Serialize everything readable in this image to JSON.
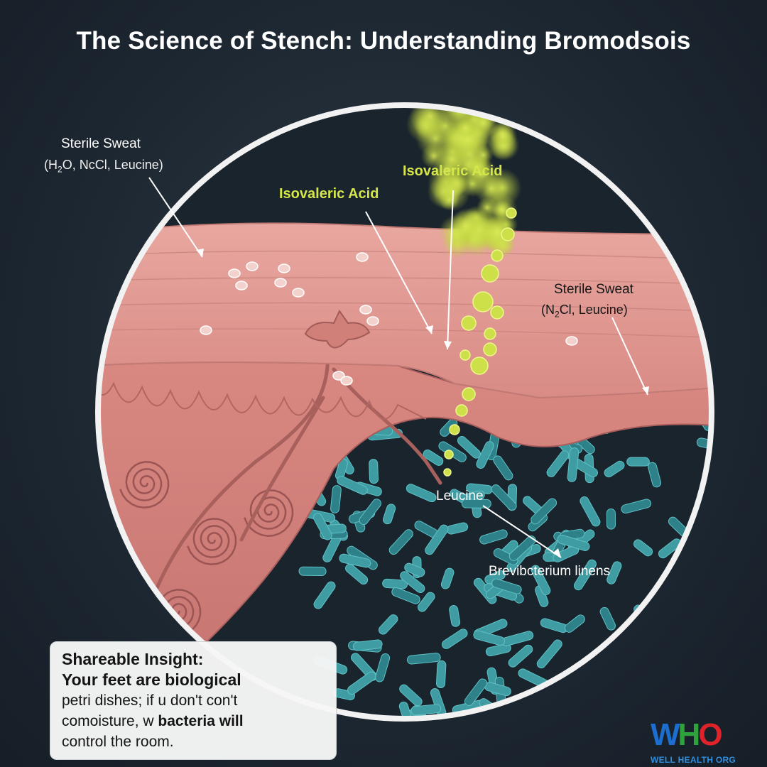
{
  "title": "The Science of Stench: Understanding Bromodsois",
  "labels": {
    "sterile_sweat_left": "Sterile Sweat",
    "sterile_sweat_left_sub_parts": [
      "(H",
      "2",
      "O, NcCl, Leucine)"
    ],
    "isovaleric_acid_upper": "Isovaleric Acid",
    "isovaleric_acid_lower": "Isovaleric Acid",
    "sterile_sweat_right": "Sterile Sweat",
    "sterile_sweat_right_sub_parts": [
      "(N",
      "2",
      "Cl, Leucine)"
    ],
    "leucine": "Leucine",
    "bacteria": "Brevibcterium linens"
  },
  "insight": {
    "heading": "Shareable Insight:",
    "line1": "Your feet are biological",
    "line2": "petri dishes; if u don't con't",
    "line3_a": "comoisture, w ",
    "line3_b": "bacteria will",
    "line4": "control the room."
  },
  "logo": {
    "w": "W",
    "h": "H",
    "o": "O",
    "subtitle": "WELL HEALTH ORG"
  },
  "colors": {
    "background": "#1d2731",
    "skin": "#e29a93",
    "bacteria": "#3f9ca3",
    "acid_gas": "#cde04a",
    "circle_border": "#f2f2f2"
  }
}
